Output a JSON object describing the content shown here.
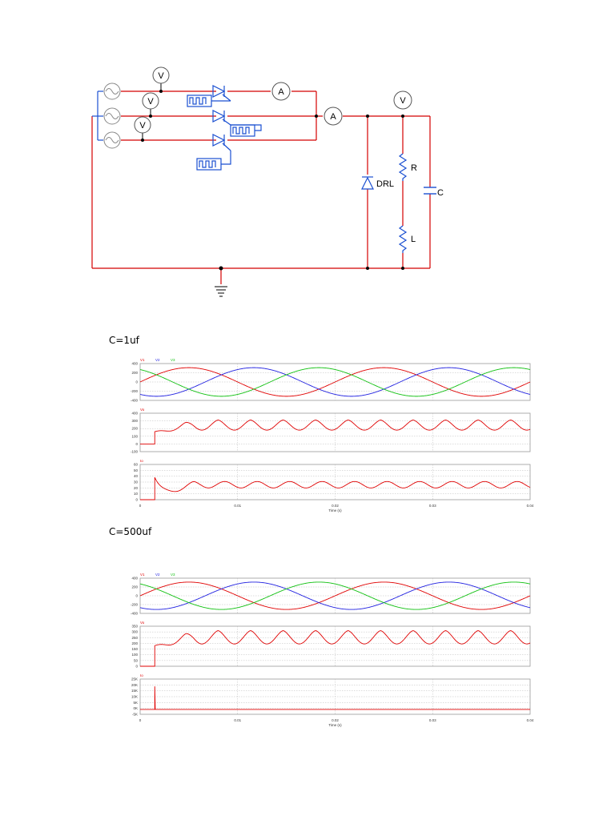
{
  "circuit": {
    "meter_labels": {
      "voltmeter": "V",
      "ammeter": "A"
    },
    "component_labels": {
      "diode": "DRL",
      "resistor": "R",
      "inductor": "L",
      "capacitor": "C"
    }
  },
  "sections": [
    {
      "caption": "C=1uf"
    },
    {
      "caption": "C=500uf"
    }
  ],
  "colors": {
    "wire": "#d40000",
    "source": "#1a4fd1",
    "ground": "#000000",
    "v1": "#e00000",
    "v2": "#2020e0",
    "v3": "#10c010"
  },
  "chart_data": [
    {
      "type": "line",
      "title": "",
      "xlabel": "Time (s)",
      "xlim": [
        0,
        0.04
      ],
      "xticks": [
        0,
        0.01,
        0.02,
        0.03,
        0.04
      ],
      "xtick_labels": [
        "0",
        "0.01",
        "0.02",
        "0.03",
        "0.04"
      ],
      "panels": [
        {
          "series": [
            {
              "name": "V1"
            },
            {
              "name": "V2"
            },
            {
              "name": "V3"
            }
          ],
          "ylim": [
            -400,
            400
          ],
          "yticks": [
            "400",
            "200",
            "0",
            "-200",
            "-400"
          ],
          "amplitude": 311,
          "frequency": 50,
          "phases_deg": [
            0,
            -120,
            120
          ]
        },
        {
          "series": [
            {
              "name": "Vo"
            }
          ],
          "ylim": [
            -100,
            400
          ],
          "yticks": [
            "400",
            "300",
            "200",
            "100",
            "0",
            "-100"
          ],
          "start": 0.0015,
          "start_value": 160,
          "peak": 311,
          "min": 180
        },
        {
          "series": [
            {
              "name": "Io"
            }
          ],
          "ylim": [
            0,
            60
          ],
          "yticks": [
            "60",
            "50",
            "40",
            "30",
            "20",
            "10",
            "0"
          ],
          "start": 0.0015,
          "spike": 38,
          "peak": 31,
          "min": 20
        }
      ]
    },
    {
      "type": "line",
      "title": "",
      "xlabel": "Time (s)",
      "xlim": [
        0,
        0.04
      ],
      "xticks": [
        0,
        0.01,
        0.02,
        0.03,
        0.04
      ],
      "xtick_labels": [
        "0",
        "0.01",
        "0.02",
        "0.03",
        "0.04"
      ],
      "panels": [
        {
          "series": [
            {
              "name": "V1"
            },
            {
              "name": "V2"
            },
            {
              "name": "V3"
            }
          ],
          "ylim": [
            -400,
            400
          ],
          "yticks": [
            "400",
            "200",
            "0",
            "-200",
            "-400"
          ],
          "amplitude": 311,
          "frequency": 50,
          "phases_deg": [
            0,
            -120,
            120
          ]
        },
        {
          "series": [
            {
              "name": "Vo"
            }
          ],
          "ylim": [
            0,
            350
          ],
          "yticks": [
            "350",
            "300",
            "250",
            "200",
            "150",
            "100",
            "50",
            "0"
          ],
          "start": 0.0015,
          "start_value": 180,
          "peak": 311,
          "min": 195
        },
        {
          "series": [
            {
              "name": "Io"
            }
          ],
          "ylim": [
            -4000,
            25000
          ],
          "yticks": [
            "25K",
            "20K",
            "15K",
            "10K",
            "5K",
            "0K",
            "-5K"
          ],
          "start": 0.0015,
          "spike": 19000
        }
      ]
    }
  ]
}
